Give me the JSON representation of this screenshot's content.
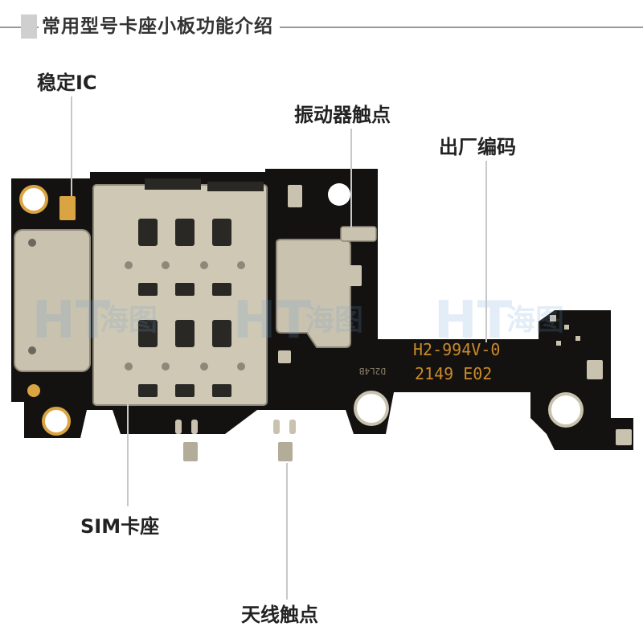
{
  "header": {
    "title": "常用型号卡座小板功能介绍"
  },
  "labels": {
    "stable_ic": "稳定IC",
    "vibrator_contact": "振动器触点",
    "factory_code": "出厂编码",
    "sim_socket": "SIM卡座",
    "antenna_contact": "天线触点"
  },
  "board": {
    "silkscreen_line1": "H2-994V-0",
    "silkscreen_line2": "2149 E02",
    "silkscreen_small": "D2L4B"
  },
  "watermark": {
    "text": "HT",
    "sub": "海图"
  },
  "colors": {
    "pcb": "#141210",
    "metal": "#c9c2ae",
    "gold": "#d9a441",
    "silk": "#c98a2a",
    "leader": "#c8c8c8"
  }
}
